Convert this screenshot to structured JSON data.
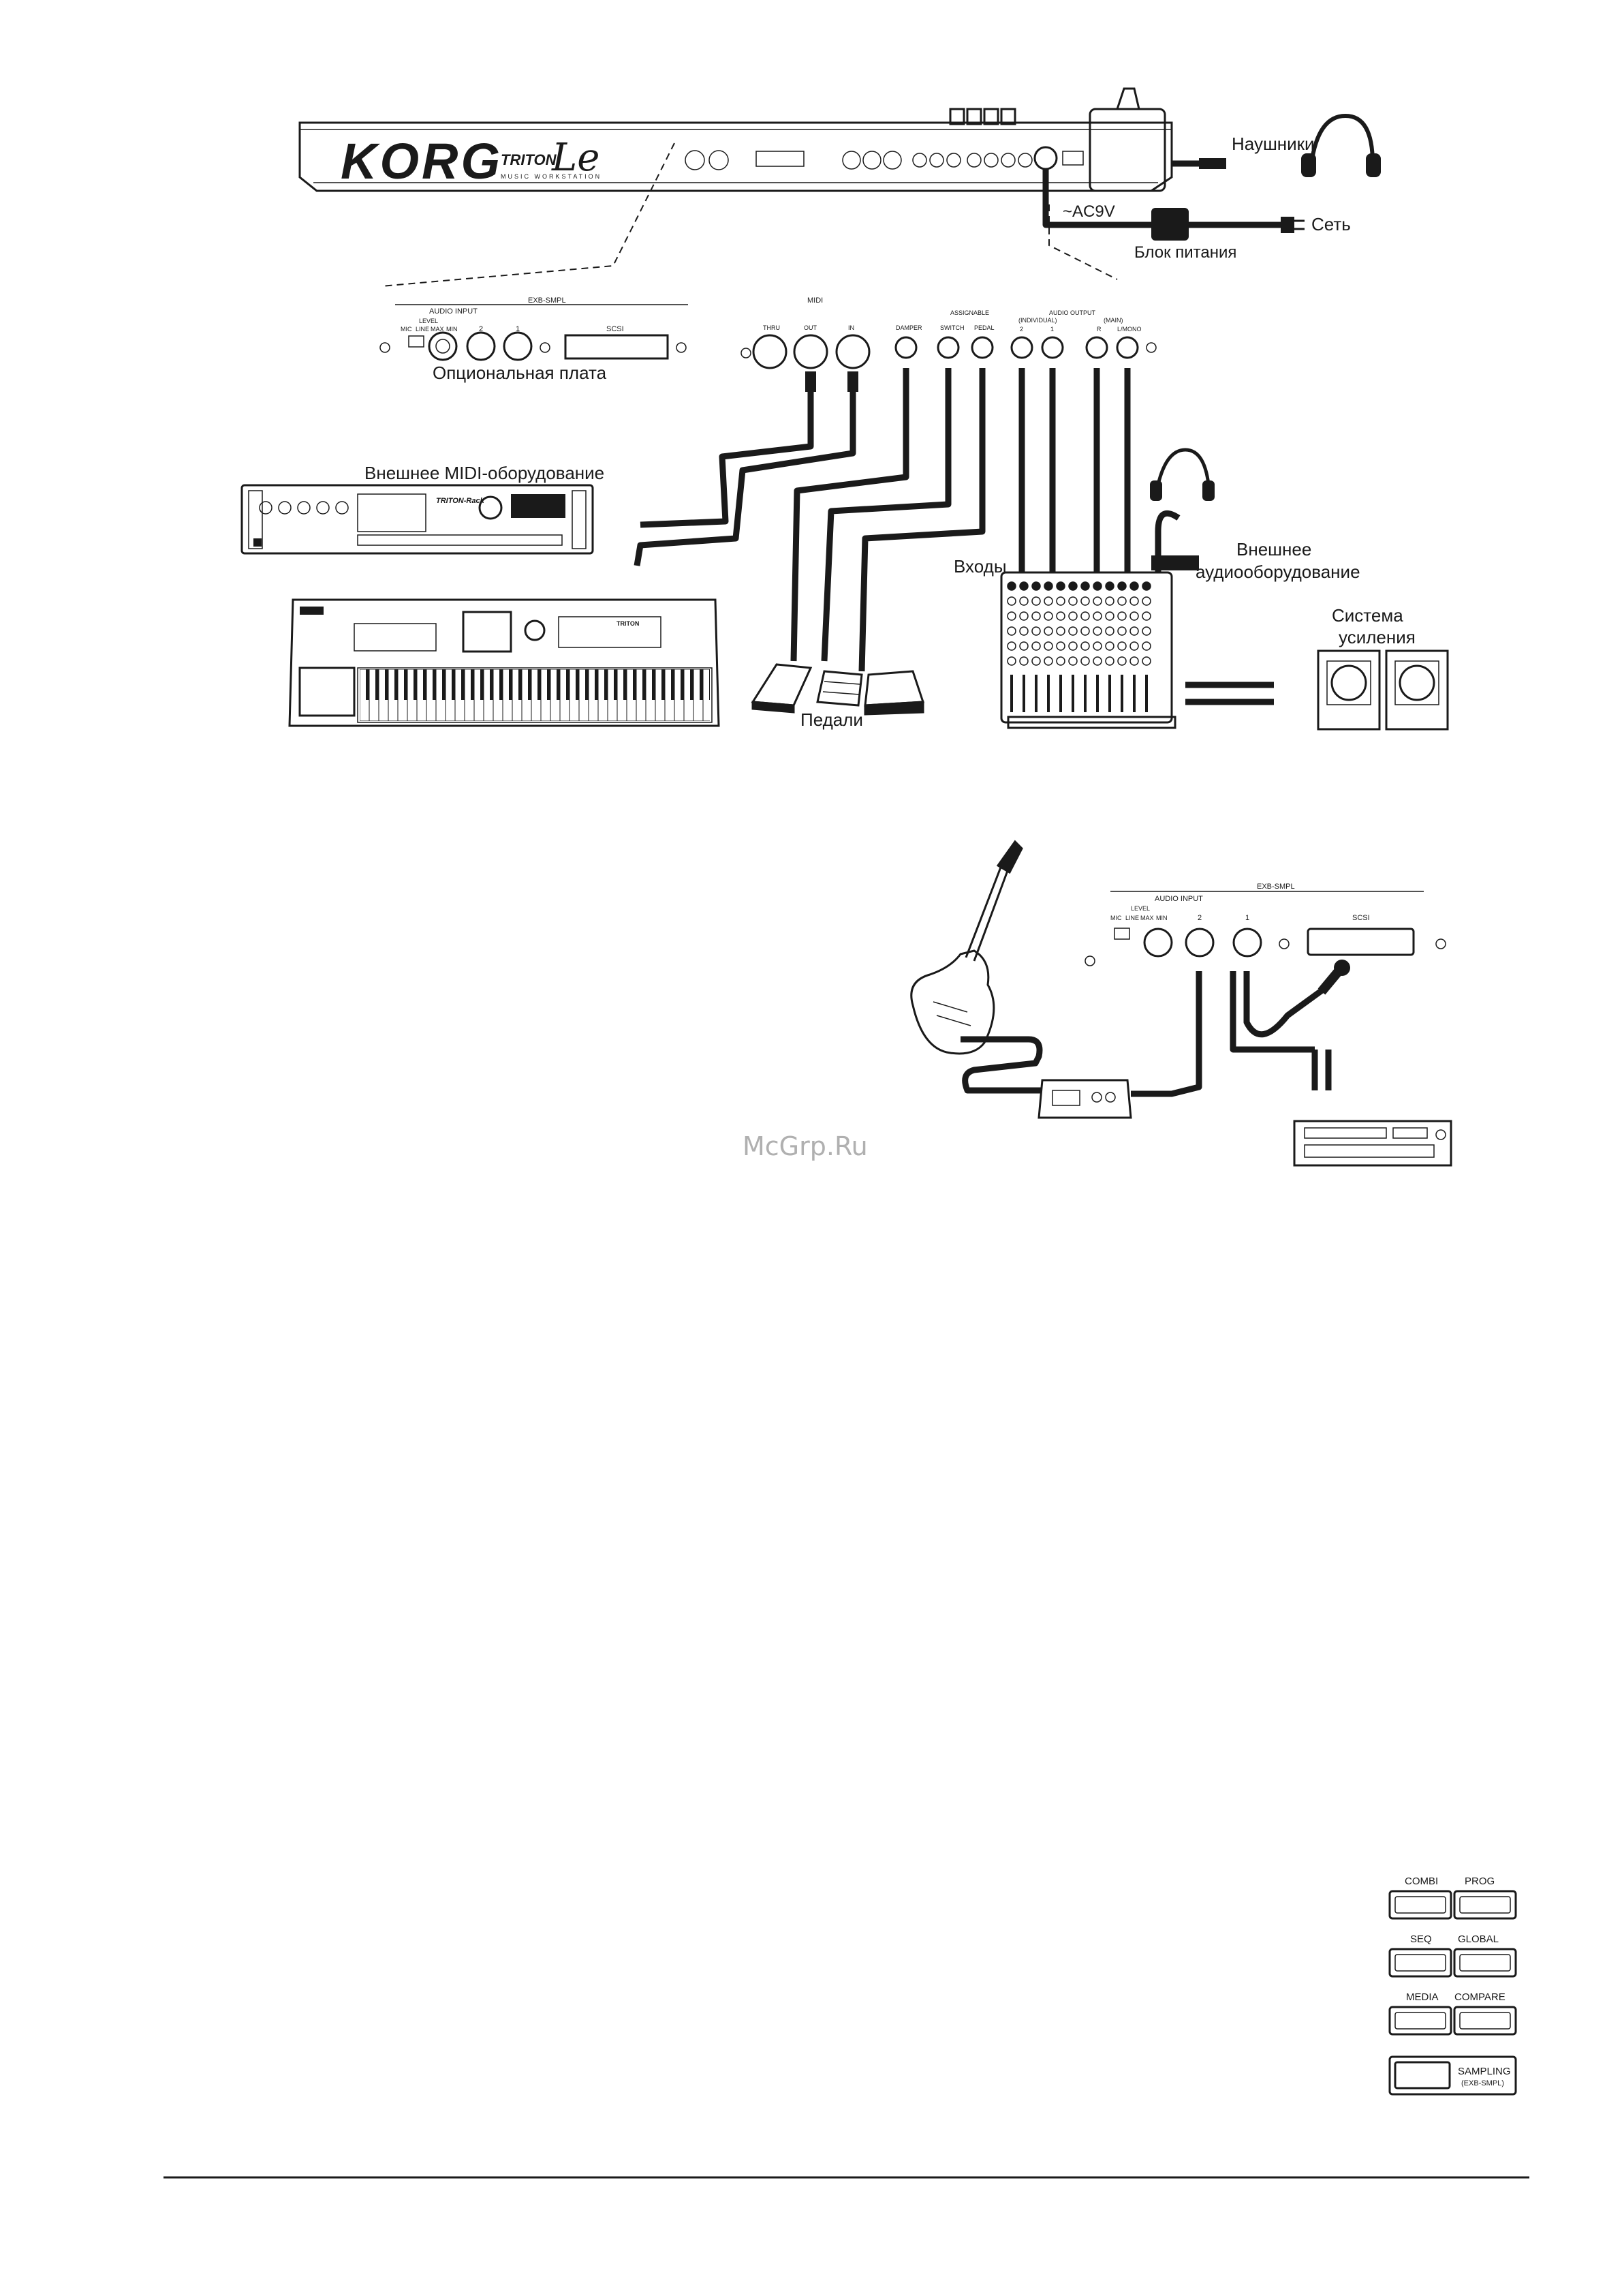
{
  "rear_panel": {
    "brand": "KORG",
    "model_line": "TRITON",
    "model_suffix": "Le",
    "model_sub": "MUSIC WORKSTATION",
    "headphones_label": "Наушники",
    "ac_label": "~AC9V",
    "power_unit_label": "Блок питания",
    "mains_label": "Сеть"
  },
  "option_board": {
    "header": "EXB-SMPL",
    "audio_input": "AUDIO INPUT",
    "level": "LEVEL",
    "level_marks": [
      "MIC",
      "LINE",
      "MAX",
      "MIN"
    ],
    "jack_labels": [
      "2",
      "1"
    ],
    "scsi": "SCSI",
    "caption": "Опциональная плата"
  },
  "io_panel": {
    "midi": "MIDI",
    "midi_jacks": [
      "THRU",
      "OUT",
      "IN"
    ],
    "damper": "DAMPER",
    "assignable": "ASSIGNABLE",
    "assignable_jacks": [
      "SWITCH",
      "PEDAL"
    ],
    "audio_output": "AUDIO OUTPUT",
    "individual": "(INDIVIDUAL)",
    "main": "(MAIN)",
    "output_jacks": [
      "2",
      "1",
      "R",
      "L/MONO"
    ]
  },
  "external": {
    "midi_equipment": "Внешнее MIDI-оборудование",
    "rack_name": "TRITON-Rack",
    "keyboard_name": "TRITON",
    "pedals": "Педали",
    "inputs": "Входы",
    "audio_equipment_line1": "Внешнее",
    "audio_equipment_line2": "аудиооборудование",
    "amp_line1": "Система",
    "amp_line2": "усиления"
  },
  "sampling_panel": {
    "header": "EXB-SMPL",
    "audio_input": "AUDIO INPUT",
    "level": "LEVEL",
    "level_marks": [
      "MIC",
      "LINE",
      "MAX",
      "MIN"
    ],
    "jack_labels": [
      "2",
      "1"
    ],
    "scsi": "SCSI"
  },
  "watermark": "McGrp.Ru",
  "mode_buttons": [
    {
      "left": "COMBI",
      "right": "PROG"
    },
    {
      "left": "SEQ",
      "right": "GLOBAL"
    },
    {
      "left": "MEDIA",
      "right": "COMPARE"
    }
  ],
  "sampling_button": {
    "line1": "SAMPLING",
    "line2": "(EXB-SMPL)"
  }
}
